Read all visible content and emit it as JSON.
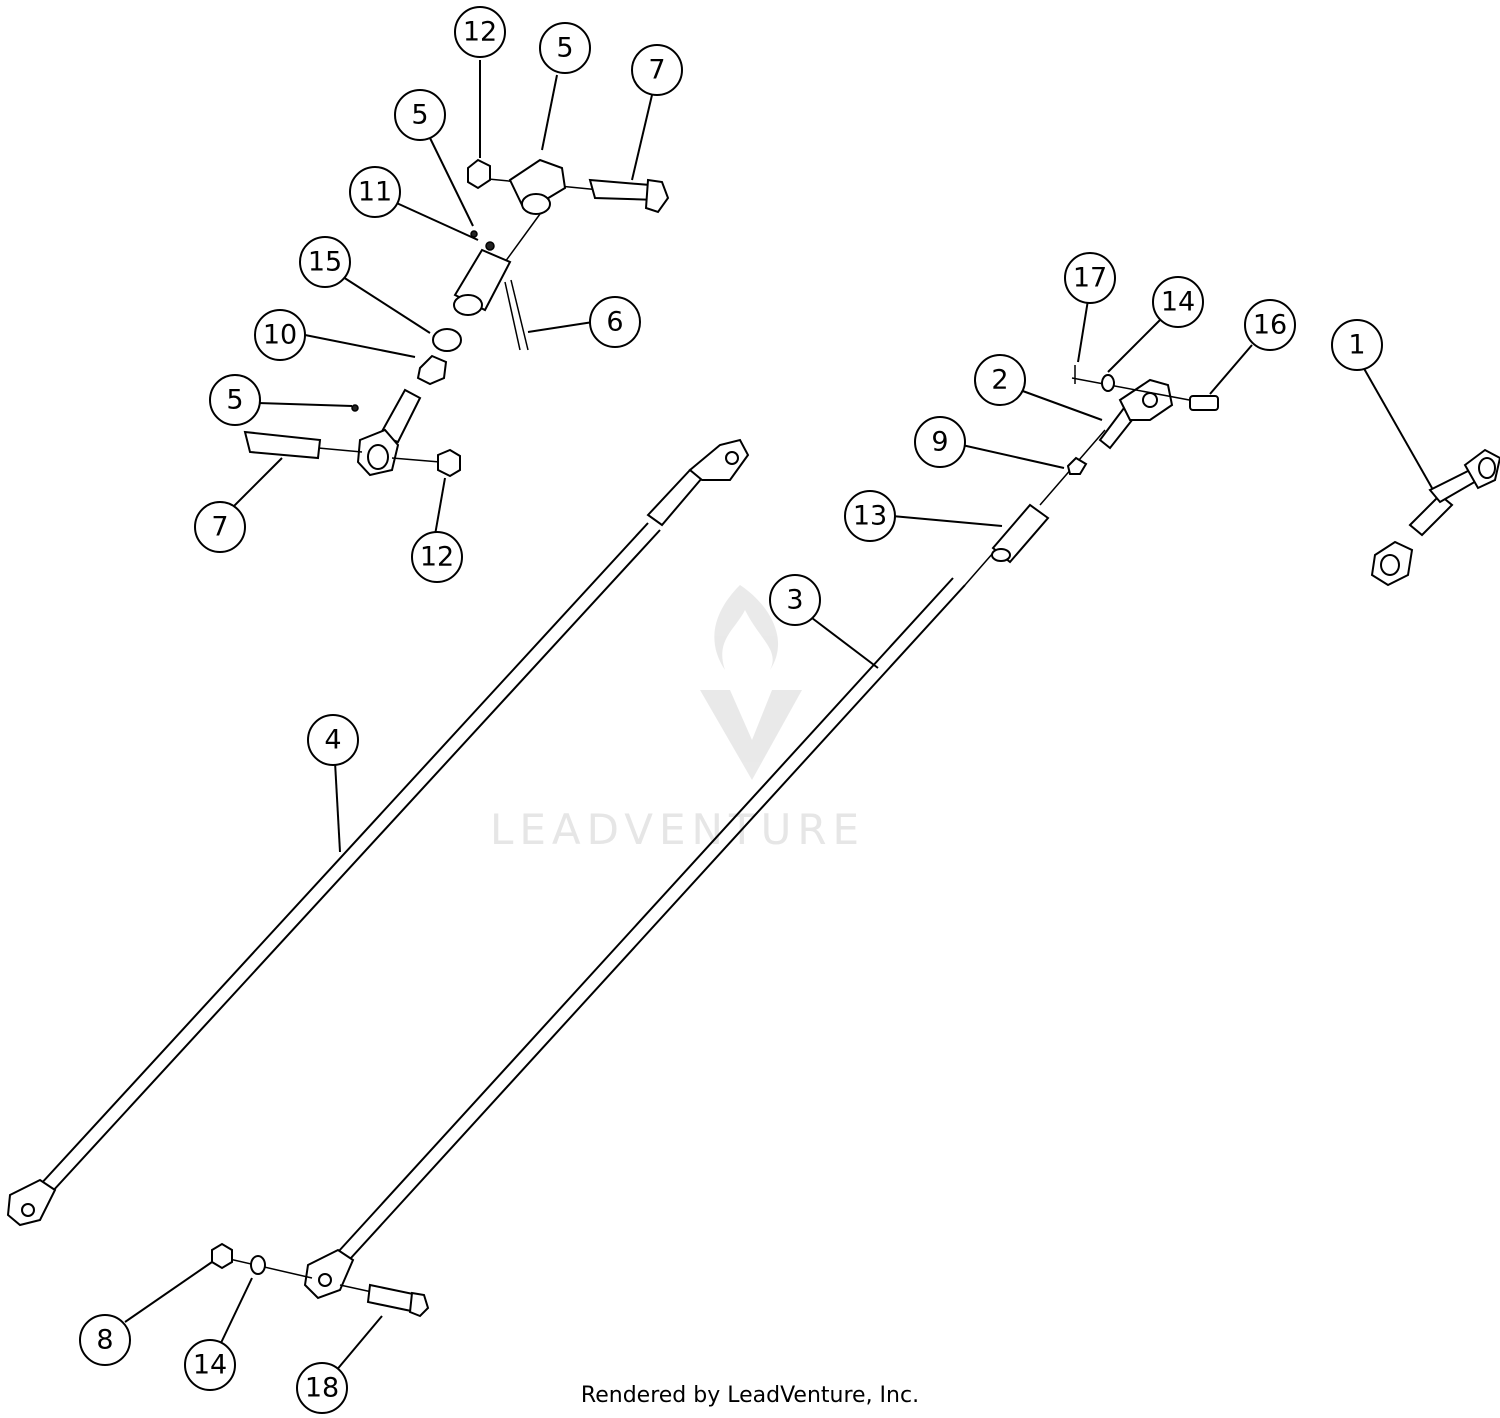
{
  "watermark": {
    "text": "LEADVENTURE"
  },
  "footer": {
    "text": "Rendered by LeadVenture, Inc."
  },
  "callouts": [
    "12",
    "5",
    "7",
    "5",
    "11",
    "15",
    "6",
    "10",
    "5",
    "7",
    "12",
    "17",
    "14",
    "16",
    "1",
    "2",
    "9",
    "13",
    "3",
    "4",
    "8",
    "14",
    "18"
  ]
}
